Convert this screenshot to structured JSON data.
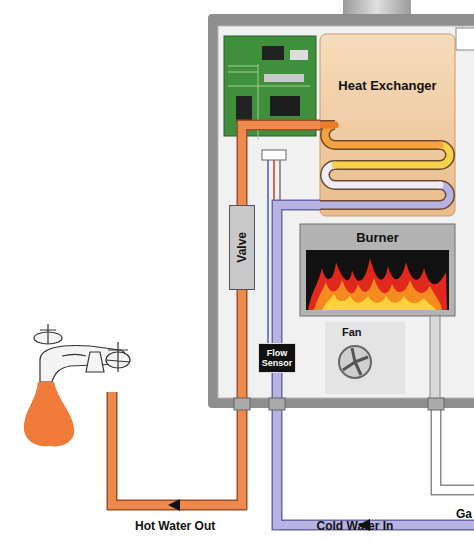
{
  "diagram": {
    "nodes": [
      {
        "text": [
          "Heat Exchanger"
        ]
      },
      {
        "text": [
          "Valve"
        ]
      },
      {
        "text": [
          "Burner"
        ]
      },
      {
        "text": [
          "Flow Sensor"
        ]
      }
    ],
    "edges": [
      {
        "from": 3,
        "to": 0,
        "arrow": "none"
      },
      {
        "from": 0,
        "to": 1,
        "arrow": "none"
      }
    ],
    "labels": [
      "Fan",
      "Hot Water Out",
      "Cold Water In",
      "Ga"
    ]
  }
}
